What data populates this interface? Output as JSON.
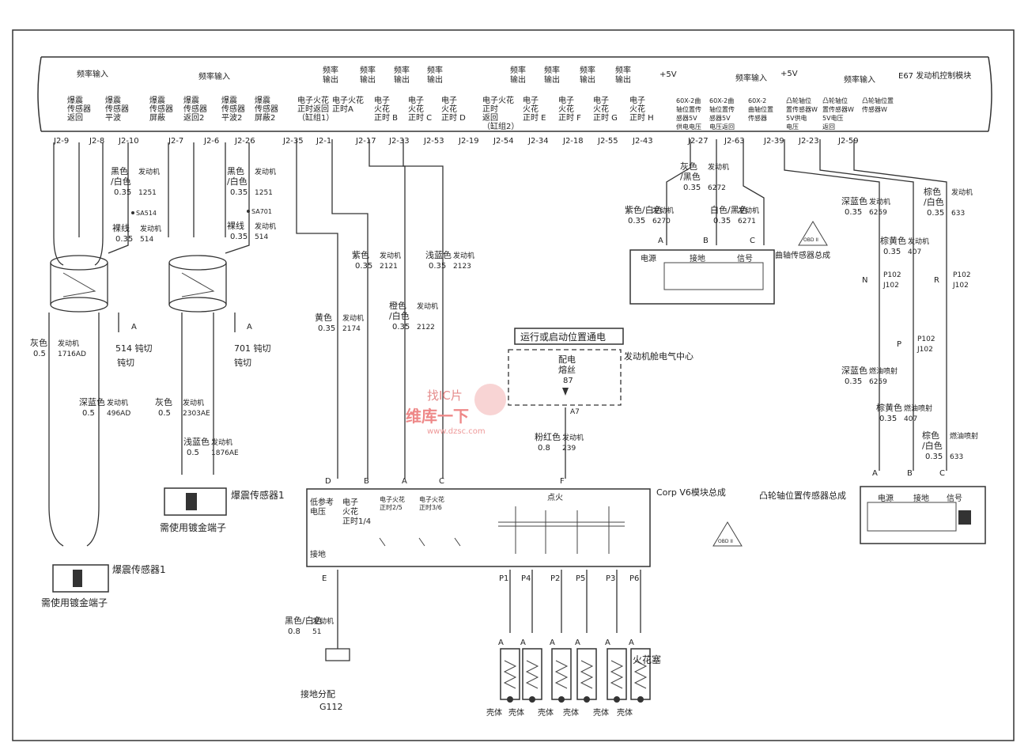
{
  "ecm": {
    "title": "E67 发动机控制模块",
    "pins": [
      "J2-9",
      "J2-8",
      "J2-10",
      "J2-7",
      "J2-6",
      "J2-26",
      "J2-35",
      "J2-1",
      "J2-17",
      "J2-33",
      "J2-53",
      "J2-19",
      "J2-54",
      "J2-34",
      "J2-18",
      "J2-55",
      "J2-43",
      "J2-27",
      "J2-63",
      "J2-39",
      "J2-23",
      "J2-59"
    ],
    "freq_input": "频率输入",
    "freq_output": [
      "频率",
      "输出"
    ],
    "plus5v": "+5V",
    "pin_labels": [
      [
        "爆震",
        "传感器",
        "返回"
      ],
      [
        "爆震",
        "传感器",
        "平波"
      ],
      [
        "爆震",
        "传感器",
        "屏蔽"
      ],
      [
        "爆震",
        "传感器",
        "返回2"
      ],
      [
        "爆震",
        "传感器",
        "平波2"
      ],
      [
        "爆震",
        "传感器",
        "屏蔽2"
      ],
      [
        "电子火花",
        "正时返回",
        "（缸组1）"
      ],
      [
        "电子火花",
        "正时A"
      ],
      [
        "电子",
        "火花",
        "正时  B"
      ],
      [
        "电子",
        "火花",
        "正时  C"
      ],
      [
        "电子",
        "火花",
        "正时  D"
      ],
      [
        "电子火花",
        "正时",
        "返回",
        "（缸组2）"
      ],
      [
        "电子",
        "火花",
        "正时  E"
      ],
      [
        "电子",
        "火花",
        "正时  F"
      ],
      [
        "电子",
        "火花",
        "正时  G"
      ],
      [
        "电子",
        "火花",
        "正时  H"
      ],
      [
        "60X-2曲",
        "轴位置传",
        "感器5V",
        "供电电压"
      ],
      [
        "60X-2曲",
        "轴位置传",
        "感器5V",
        "电压返回"
      ],
      [
        "60X-2",
        "曲轴位置",
        "传感器"
      ],
      [
        "凸轮轴位",
        "置传感器W",
        "5V供电",
        "电压"
      ],
      [
        "凸轮轴位",
        "置传感器W",
        "5V电压",
        "返回"
      ],
      [
        "凸轮轴位置",
        "传感器W"
      ]
    ]
  },
  "wires": [
    {
      "color": "黑色",
      "color2": "/白色",
      "gauge": "0.35",
      "sys": "发动机",
      "circuit": "1251"
    },
    {
      "color": "裸线",
      "gauge": "0.35",
      "sys": "发动机",
      "circuit": "514"
    },
    {
      "color": "黑色",
      "color2": "/白色",
      "gauge": "0.35",
      "sys": "发动机",
      "circuit": "1251"
    },
    {
      "color": "裸线",
      "gauge": "0.35",
      "sys": "发动机",
      "circuit": "514"
    },
    {
      "color": "灰色",
      "gauge": "0.5",
      "sys": "发动机",
      "circuit": "1716AD"
    },
    {
      "color": "深蓝色",
      "gauge": "0.5",
      "sys": "发动机",
      "circuit": "496AD"
    },
    {
      "color": "灰色",
      "gauge": "0.5",
      "sys": "发动机",
      "circuit": "2303AE"
    },
    {
      "color": "浅蓝色",
      "gauge": "0.5",
      "sys": "发动机",
      "circuit": "1876AE"
    },
    {
      "color": "紫色",
      "gauge": "0.35",
      "sys": "发动机",
      "circuit": "2121"
    },
    {
      "color": "浅蓝色",
      "gauge": "0.35",
      "sys": "发动机",
      "circuit": "2123"
    },
    {
      "color": "黄色",
      "gauge": "0.35",
      "sys": "发动机",
      "circuit": "2174"
    },
    {
      "color": "橙色",
      "color2": "/白色",
      "gauge": "0.35",
      "sys": "发动机",
      "circuit": "2122"
    },
    {
      "color": "粉红色",
      "gauge": "0.8",
      "sys": "发动机",
      "circuit": "239"
    },
    {
      "color": "黑色/白色",
      "gauge": "0.8",
      "sys": "发动机",
      "circuit": "51"
    },
    {
      "color": "灰色",
      "color2": "/黑色",
      "gauge": "0.35",
      "sys": "发动机",
      "circuit": "6272"
    },
    {
      "color": "紫色/白色",
      "gauge": "0.35",
      "sys": "发动机",
      "circuit": "6270"
    },
    {
      "color": "白色/黑色",
      "gauge": "0.35",
      "sys": "发动机",
      "circuit": "6271"
    },
    {
      "color": "深蓝色",
      "gauge": "0.35",
      "sys": "发动机",
      "circuit": "6259"
    },
    {
      "color": "棕色",
      "color2": "/白色",
      "gauge": "0.35",
      "sys": "发动机",
      "circuit": "633"
    },
    {
      "color": "棕黄色",
      "gauge": "0.35",
      "sys": "发动机",
      "circuit": "407"
    },
    {
      "color": "深蓝色",
      "gauge": "0.35",
      "sys": "燃油喷射",
      "circuit": "6259"
    },
    {
      "color": "棕黄色",
      "gauge": "0.35",
      "sys": "燃油喷射",
      "circuit": "407"
    },
    {
      "color": "棕色",
      "color2": "/白色",
      "gauge": "0.35",
      "sys": "燃油喷射",
      "circuit": "633"
    }
  ],
  "splices": [
    "SA514",
    "SA701"
  ],
  "cut": [
    "514  钝切",
    "钝切",
    "701  钝切",
    "钝切"
  ],
  "knock1": {
    "name": "爆震传感器1",
    "note": "需使用镀金端子"
  },
  "knock2": {
    "name": "爆震传感器1",
    "note": "需使用镀金端子"
  },
  "module": {
    "name": "Corp  V6模块总成",
    "labels": [
      "低参考",
      "电压",
      "电子",
      "火花",
      "正时1/4",
      "电子火花",
      "正时2/5",
      "电子火花",
      "正时3/6",
      "点火",
      "接地"
    ],
    "pins_top": [
      "D",
      "B",
      "A",
      "C",
      "F"
    ],
    "pin_bottom": "E",
    "plugs": [
      "P1",
      "P4",
      "P2",
      "P5",
      "P3",
      "P6"
    ]
  },
  "power": {
    "label": "运行或启动位置通电",
    "center": "发动机舱电气中心",
    "fuse": [
      "配电",
      "熔丝",
      "87"
    ],
    "pin": "A7"
  },
  "ground": {
    "name": "接地分配",
    "id": "G112"
  },
  "sparkplug": {
    "name": "火花塞",
    "shell": "壳体",
    "pin": "A"
  },
  "crank": {
    "name": "曲轴传感器总成",
    "pins": [
      "电源",
      "接地",
      "信号"
    ],
    "letters": [
      "A",
      "B",
      "C"
    ]
  },
  "cam": {
    "name": "凸轮轴位置传感器总成",
    "pins": [
      "电源",
      "接地",
      "信号"
    ],
    "letters": [
      "A",
      "B",
      "C"
    ],
    "conn": [
      "N",
      "P102",
      "J102",
      "P",
      "P102",
      "J102",
      "R",
      "P102",
      "J102"
    ]
  },
  "obd": "OBD II",
  "watermark": {
    "top": "找IC片",
    "name": "维库一下",
    "url": "www.dzsc.com"
  },
  "side_letter": "A"
}
